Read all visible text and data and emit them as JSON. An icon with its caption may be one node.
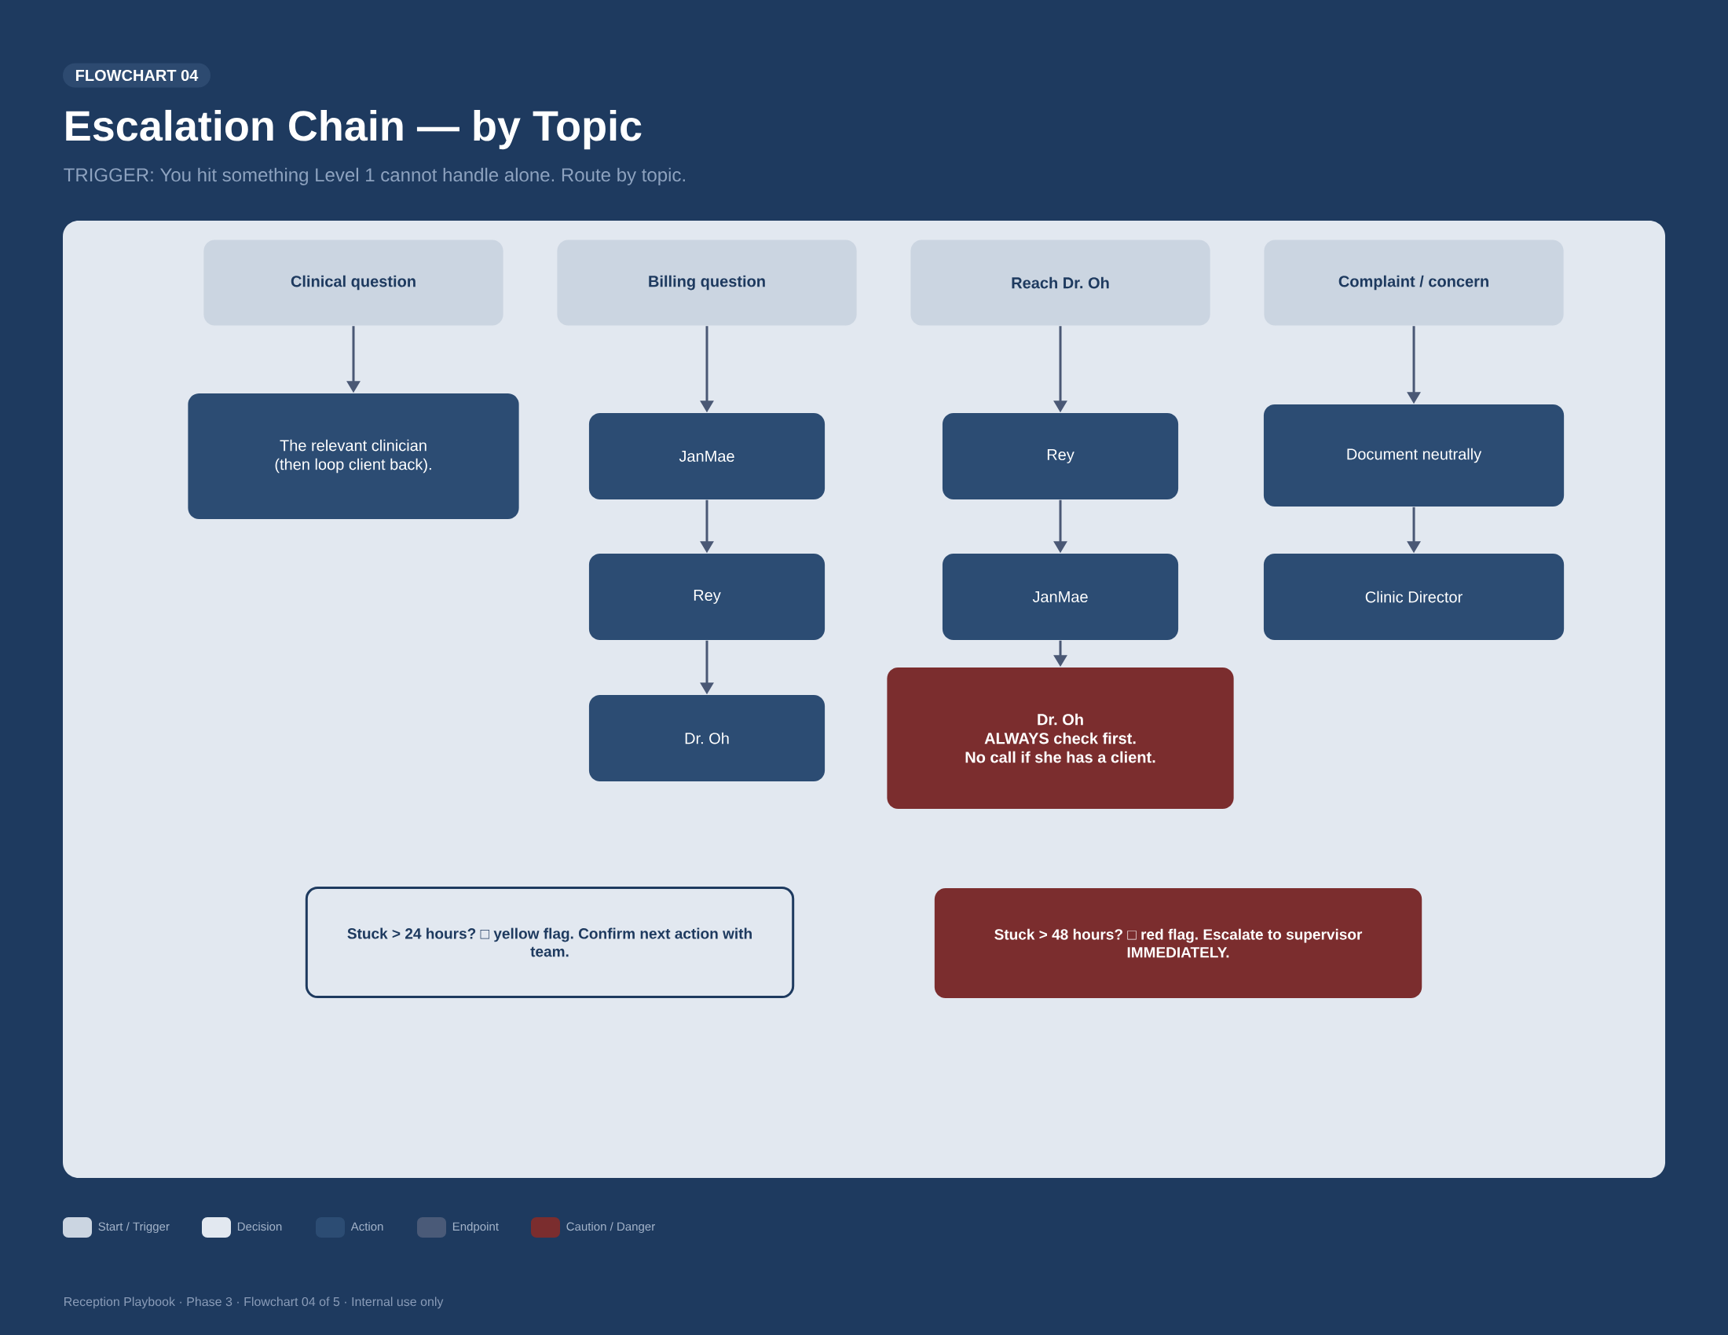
{
  "diagram": {
    "title": "Escalation Chain — by Topic",
    "nodes": [
      {
        "text": [
          "Clinical question"
        ]
      },
      {
        "text": [
          "Billing question"
        ]
      },
      {
        "text": [
          "Reach Dr. Oh"
        ]
      },
      {
        "text": [
          "Complaint / concern"
        ]
      },
      {
        "text": [
          "The relevant clinician (then loop client back)."
        ]
      },
      {
        "text": [
          "JanMae"
        ]
      },
      {
        "text": [
          "Rey"
        ]
      },
      {
        "text": [
          "Dr. Oh"
        ]
      },
      {
        "text": [
          "Rey"
        ]
      },
      {
        "text": [
          "JanMae"
        ]
      },
      {
        "text": [
          "Dr. Oh",
          "ALWAYS check first.",
          "No call if she has a client."
        ]
      },
      {
        "text": [
          "Document neutrally"
        ]
      },
      {
        "text": [
          "Clinic Director"
        ]
      },
      {
        "text": [
          "Stuck > 24 hours? □ yellow flag. Confirm next action with team."
        ]
      },
      {
        "text": [
          "Stuck > 48 hours? □ red flag. Escalate to supervisor IMMEDIATELY."
        ]
      }
    ],
    "edges": [
      {
        "from": 0,
        "to": 4,
        "arrow": "to"
      },
      {
        "from": 1,
        "to": 5,
        "arrow": "to"
      },
      {
        "from": 5,
        "to": 6,
        "arrow": "to"
      },
      {
        "from": 6,
        "to": 7,
        "arrow": "to"
      },
      {
        "from": 2,
        "to": 8,
        "arrow": "to"
      },
      {
        "from": 8,
        "to": 9,
        "arrow": "to"
      },
      {
        "from": 9,
        "to": 10,
        "arrow": "to"
      },
      {
        "from": 3,
        "to": 11,
        "arrow": "to"
      },
      {
        "from": 11,
        "to": 12,
        "arrow": "to"
      }
    ],
    "labels": [
      "FLOWCHART 04",
      "TRIGGER: You hit something Level 1 cannot handle alone. Route by topic.",
      "Reception Playbook · Phase 3 · Flowchart 04 of 5 · Internal use only"
    ],
    "legend": [
      {
        "text": "Start / Trigger",
        "color": "#cbd5e1"
      },
      {
        "text": "Decision",
        "color": "#e2e8f0"
      },
      {
        "text": "Action",
        "color": "#2c4c73"
      },
      {
        "text": "Endpoint",
        "color": "#4a5a78"
      },
      {
        "text": "Caution / Danger",
        "color": "#7b2d2e"
      }
    ]
  }
}
